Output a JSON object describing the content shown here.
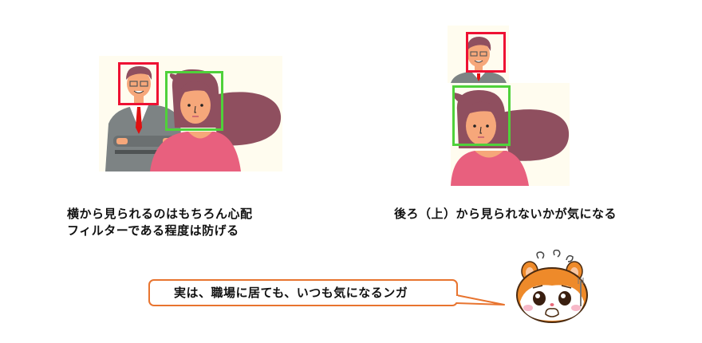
{
  "left_panel": {
    "caption_line1": "横から見られるのはもちろん心配",
    "caption_line2": "フィルターである程度は防げる",
    "illustration": "man-and-woman-side-view",
    "detection_boxes": [
      {
        "label": "man-face",
        "color": "#ee1133"
      },
      {
        "label": "woman-face",
        "color": "#4fd13a"
      }
    ]
  },
  "right_panel": {
    "caption": "後ろ（上）から見られないかが気になる",
    "illustration": "man-behind-woman-view",
    "detection_boxes": [
      {
        "label": "man-face",
        "color": "#ee1133"
      },
      {
        "label": "woman-face",
        "color": "#4fd13a"
      }
    ]
  },
  "speech_bubble": {
    "text": "実は、職場に居ても、いつも気になるンガ",
    "border_color": "#e8742f"
  },
  "mascot": {
    "name": "worried-hamster-icon"
  },
  "colors": {
    "scene_bg": "#fffcef",
    "hair": "#8f4f5f",
    "skin": "#f6a77a",
    "shirt": "#e8607e",
    "suit": "#7d8384",
    "tie": "#e01010"
  }
}
